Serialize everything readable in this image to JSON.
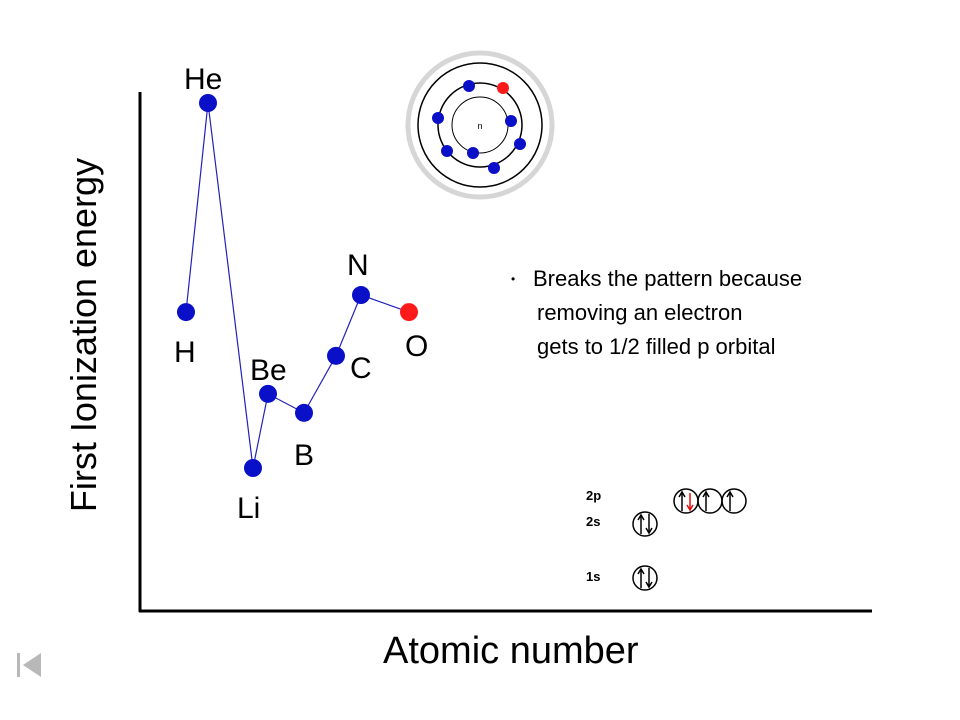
{
  "chart_data": {
    "type": "line",
    "title": "",
    "xlabel": "Atomic number",
    "ylabel": "First Ionization energy",
    "categories": [
      "H",
      "He",
      "Li",
      "Be",
      "B",
      "C",
      "N",
      "O"
    ],
    "series": [
      {
        "values": [
          13.6,
          24.6,
          5.4,
          9.3,
          8.3,
          11.3,
          14.5,
          13.6
        ]
      }
    ],
    "highlight_point": "O",
    "colors": {
      "line": "#2222bb",
      "marker": "#0a10c8",
      "highlight": "#ff1a1a"
    }
  },
  "note": {
    "line1": "Breaks the pattern because",
    "line2": "removing an electron",
    "line3": "gets to 1/2 filled p orbital"
  },
  "atom_diagram": {
    "nucleus_label": "n"
  },
  "orbital_diagram": {
    "labels": [
      "2p",
      "2s",
      "1s"
    ]
  },
  "nav": {
    "icon": "first-slide-icon"
  }
}
